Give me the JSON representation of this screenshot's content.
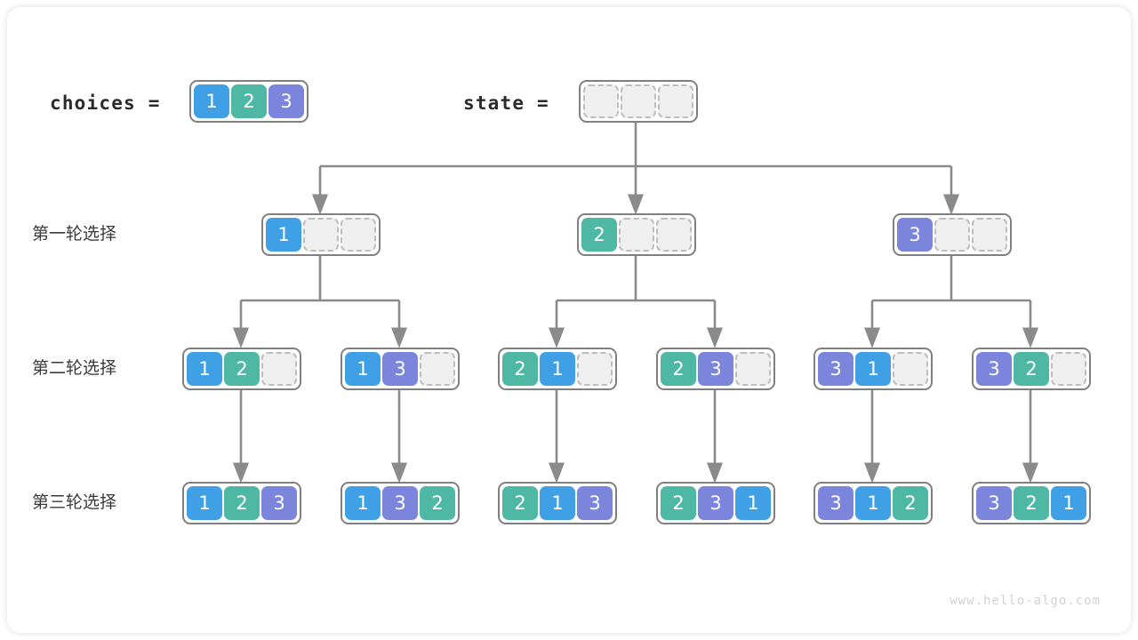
{
  "legend": {
    "choices_label": "choices  =",
    "state_label": "state  =",
    "choices_values": [
      "1",
      "2",
      "3"
    ],
    "state_values": [
      "",
      "",
      ""
    ]
  },
  "row_labels": [
    "第一轮选择",
    "第二轮选择",
    "第三轮选择"
  ],
  "colors": {
    "value_1": "#3FA0E5",
    "value_2": "#4EB8A5",
    "value_3": "#7A85DB",
    "empty_fill": "#EFEFEF",
    "empty_border": "#BDBDBD",
    "node_border": "#808080",
    "edge": "#8a8a8a",
    "text": "#2b2b2b"
  },
  "tree": {
    "root": {
      "values": [
        "",
        "",
        ""
      ]
    },
    "level1": [
      {
        "values": [
          "1",
          "",
          ""
        ]
      },
      {
        "values": [
          "2",
          "",
          ""
        ]
      },
      {
        "values": [
          "3",
          "",
          ""
        ]
      }
    ],
    "level2": [
      {
        "values": [
          "1",
          "2",
          ""
        ]
      },
      {
        "values": [
          "1",
          "3",
          ""
        ]
      },
      {
        "values": [
          "2",
          "1",
          ""
        ]
      },
      {
        "values": [
          "2",
          "3",
          ""
        ]
      },
      {
        "values": [
          "3",
          "1",
          ""
        ]
      },
      {
        "values": [
          "3",
          "2",
          ""
        ]
      }
    ],
    "level3": [
      {
        "values": [
          "1",
          "2",
          "3"
        ]
      },
      {
        "values": [
          "1",
          "3",
          "2"
        ]
      },
      {
        "values": [
          "2",
          "1",
          "3"
        ]
      },
      {
        "values": [
          "2",
          "3",
          "1"
        ]
      },
      {
        "values": [
          "3",
          "1",
          "2"
        ]
      },
      {
        "values": [
          "3",
          "2",
          "1"
        ]
      }
    ]
  },
  "watermark": "www.hello-algo.com"
}
